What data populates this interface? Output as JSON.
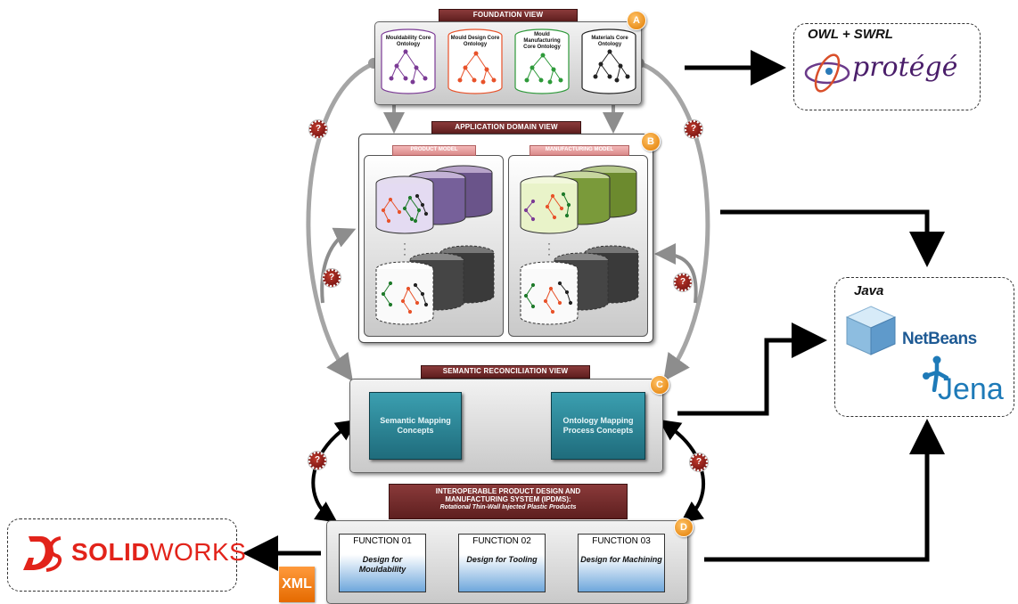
{
  "views": {
    "foundation": {
      "title": "FOUNDATION VIEW",
      "badge": "A",
      "ontologies": [
        "Mouldability Core Ontology",
        "Mould Design Core Ontology",
        "Mould Manufacturing Core Ontology",
        "Materials Core Ontology"
      ]
    },
    "application": {
      "title": "APPLICATION DOMAIN VIEW",
      "badge": "B",
      "product_model": "PRODUCT MODEL",
      "manufacturing_model": "MANUFACTURING MODEL"
    },
    "semantic": {
      "title": "SEMANTIC RECONCILIATION VIEW",
      "badge": "C",
      "left_box": "Semantic Mapping Concepts",
      "right_box": "Ontology Mapping Process Concepts"
    },
    "ipdms": {
      "title_line1": "INTEROPERABLE PRODUCT DESIGN AND",
      "title_line2": "MANUFACTURING SYSTEM (IPDMS):",
      "subtitle": "Rotational Thin-Wall Injected Plastic Products",
      "badge": "D",
      "functions": [
        {
          "label": "FUNCTION 01",
          "sub": "Design for Mouldability"
        },
        {
          "label": "FUNCTION 02",
          "sub": "Design for Tooling"
        },
        {
          "label": "FUNCTION 03",
          "sub": "Design for Machining"
        }
      ]
    }
  },
  "tools": {
    "owl": {
      "title": "OWL + SWRL",
      "logo_text": "protégé"
    },
    "java": {
      "title": "Java",
      "netbeans": "NetBeans",
      "jena": "Jena"
    },
    "solidworks": {
      "logo_prefix": "SOLID",
      "logo_suffix": "WORKS"
    },
    "xml": "XML"
  },
  "question_mark": "?",
  "colors": {
    "banner": "#6b2a2a",
    "badge": "#f39c12",
    "teal": "#2a8a9c",
    "function_blue": "#6ea7dc"
  }
}
